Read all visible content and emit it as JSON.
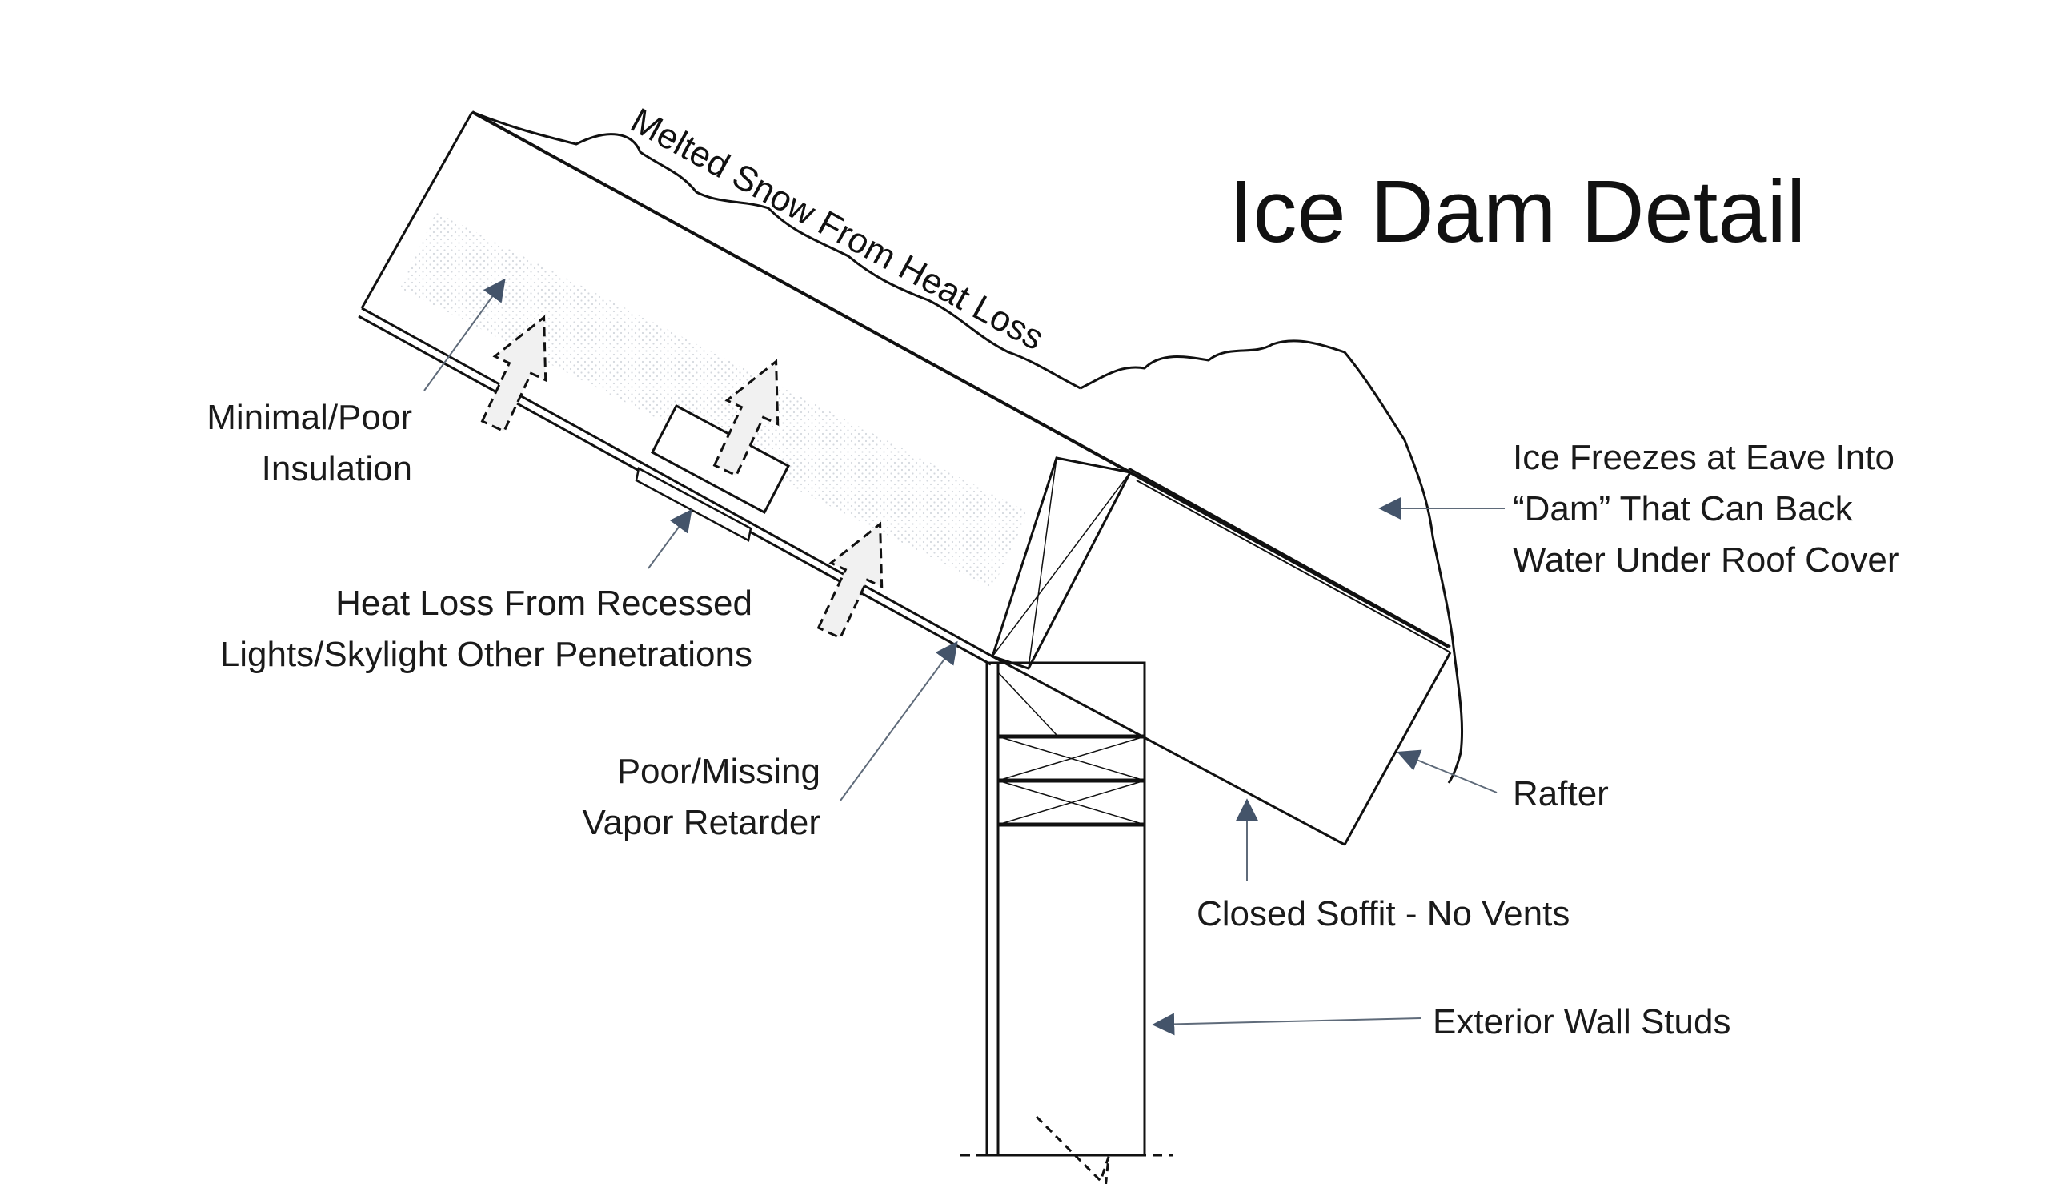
{
  "title": "Ice Dam Detail",
  "labels": {
    "melted_snow": "Melted Snow From Heat Loss",
    "minimal_insulation": [
      "Minimal/Poor",
      "Insulation"
    ],
    "heat_loss": [
      "Heat Loss From Recessed",
      "Lights/Skylight Other Penetrations"
    ],
    "vapor_retarder": [
      "Poor/Missing",
      "Vapor Retarder"
    ],
    "ice_freezes": [
      "Ice Freezes at Eave Into",
      "“Dam” That Can Back",
      "Water Under Roof Cover"
    ],
    "rafter": "Rafter",
    "closed_soffit": "Closed Soffit - No Vents",
    "wall_studs": "Exterior Wall Studs"
  },
  "colors": {
    "line": "#111111",
    "leader": "#5f6b7a",
    "arrowhead": "#44546a",
    "insulation_dots": "#cfd4da",
    "heat_arrow_fill": "#f1f1f1"
  }
}
